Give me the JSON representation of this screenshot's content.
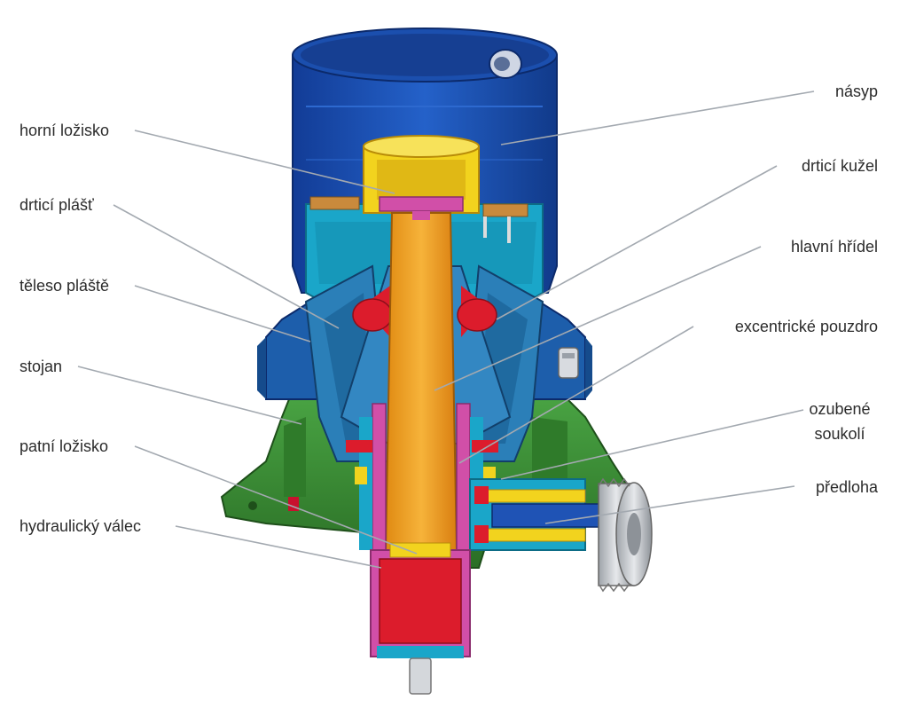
{
  "diagram": {
    "labels_left": {
      "horni_lozisko": "horní ložisko",
      "drtici_plast": "drticí plášť",
      "teleso_plaste": "těleso pláště",
      "stojan": "stojan",
      "patni_lozisko": "patní ložisko",
      "hydraulicky_valec": "hydraulický válec"
    },
    "labels_right": {
      "nasyp": "násyp",
      "drtici_kuzel": "drticí kužel",
      "hlavni_hridel": "hlavní hřídel",
      "excentricke_pouzdro": "excentrické pouzdro",
      "ozubene_line1": "ozubené",
      "ozubene_line2": "soukolí",
      "predloha": "předloha"
    },
    "colors": {
      "hopper_blue": "#1f53b5",
      "hopper_dark": "#113a8a",
      "frame_green": "#3c8e38",
      "frame_dark": "#24631f",
      "shaft_orange": "#f0a020",
      "cone_red": "#dc1c2c",
      "mantle_blue": "#2b7fb8",
      "cyan": "#1aa6c9",
      "bearing_yellow": "#f2d31e",
      "magenta": "#d14fa8",
      "gear_grey": "#bfc3c8",
      "leader_grey": "#a3a9b0"
    }
  }
}
